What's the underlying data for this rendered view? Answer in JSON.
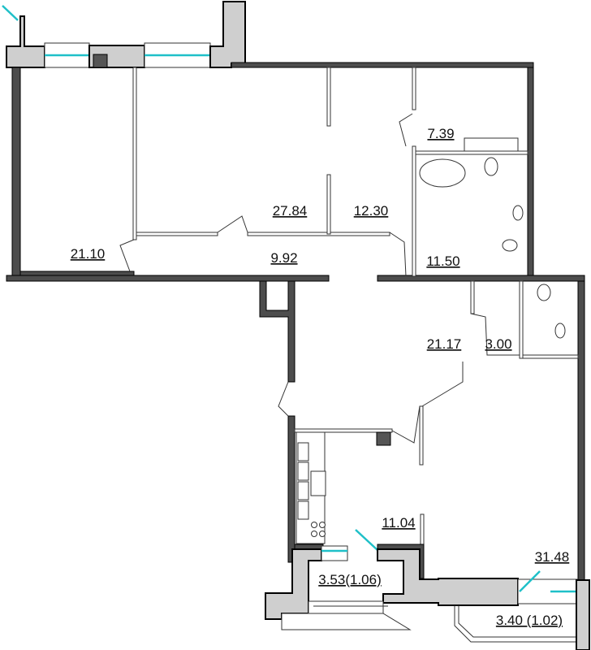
{
  "plan": {
    "rooms": {
      "room_a": "21.10",
      "room_b": "27.84",
      "hall": "9.92",
      "room_c": "12.30",
      "wardrobe": "7.39",
      "bathroom": "11.50",
      "room_d": "21.17",
      "wc": "3.00",
      "kitchen": "11.04",
      "living": "31.48",
      "balcony_1": "3.53(1.06)",
      "balcony_2": "3.40 (1.02)"
    },
    "colors": {
      "wall": "#4d4d4d",
      "block": "#cfcfcf",
      "glass": "#1fc0c8"
    }
  }
}
